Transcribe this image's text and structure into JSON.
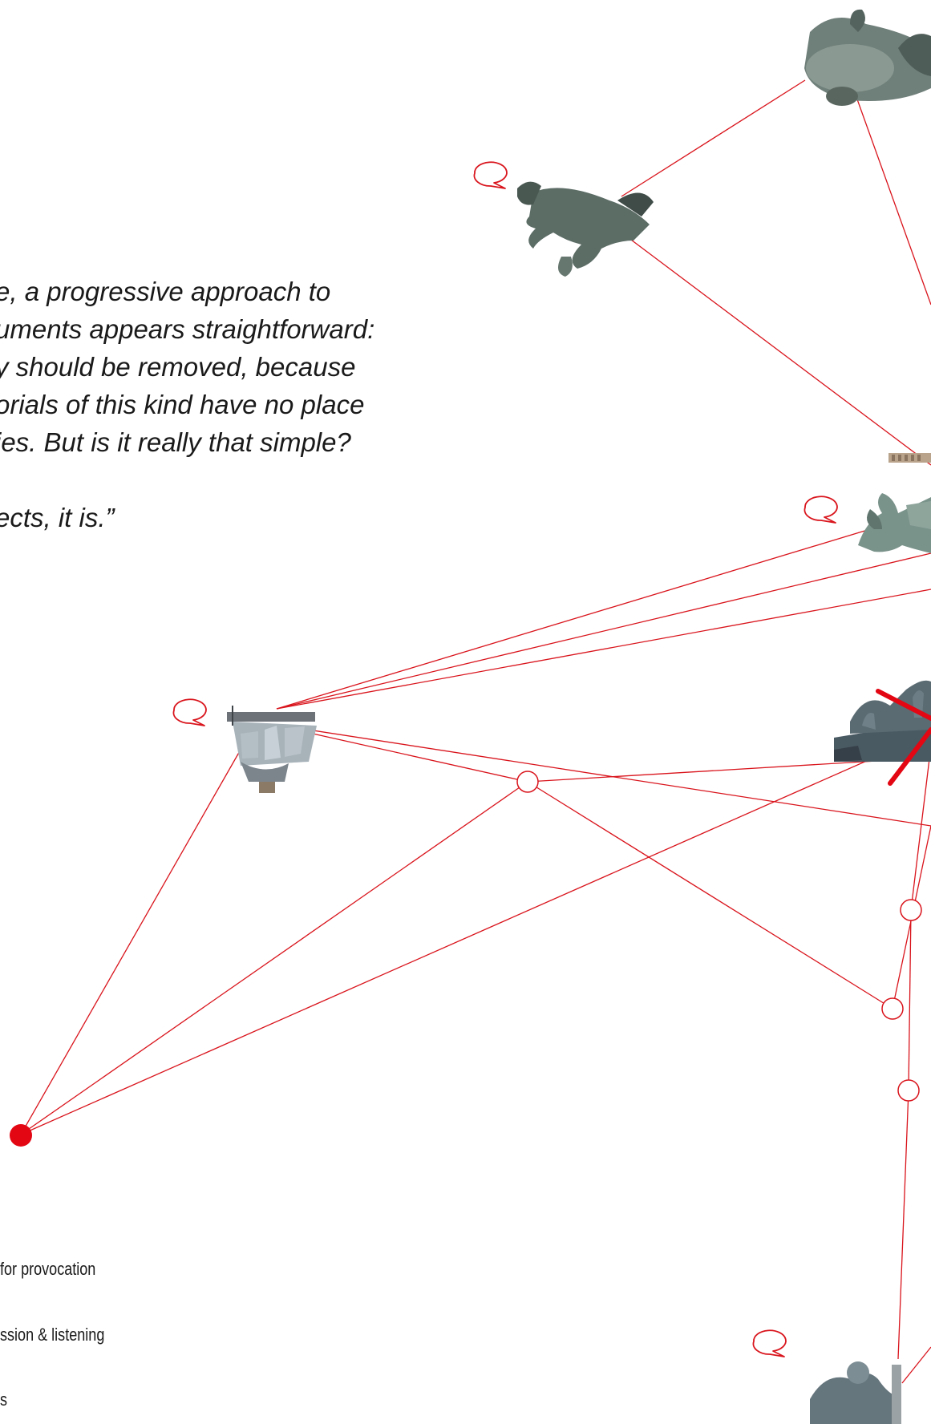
{
  "quote": {
    "lines": [
      "e, a progressive approach to",
      "uments appears straightforward:",
      "y should be removed, because",
      "orials of this kind have no place",
      "ies. But is it really that simple?",
      "",
      "ects, it is.”"
    ]
  },
  "legend": {
    "items": [
      "for provocation",
      "ssion & listening",
      "s"
    ]
  },
  "graph": {
    "line_color": "#d9141c",
    "node_fill": "#ffffff",
    "anchor_color": "#e30613",
    "statue_nodes": [
      "fountain-statue",
      "leaping-figure-statue",
      "building-facade",
      "winged-figure-statue",
      "sailing-ship-statue",
      "crossed-out-monument",
      "bust-statue"
    ]
  }
}
